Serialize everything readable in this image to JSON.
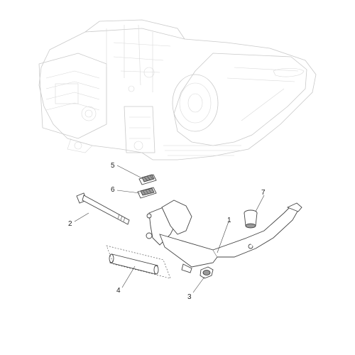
{
  "diagram": {
    "callouts": [
      {
        "id": "1",
        "label": "1"
      },
      {
        "id": "2",
        "label": "2"
      },
      {
        "id": "3",
        "label": "3"
      },
      {
        "id": "4",
        "label": "4"
      },
      {
        "id": "5",
        "label": "5"
      },
      {
        "id": "6",
        "label": "6"
      },
      {
        "id": "7",
        "label": "7"
      }
    ],
    "colors": {
      "ghost_engine": "#c9c9c9",
      "part_outline": "#444444",
      "part_fill": "#9a9a9a"
    }
  }
}
